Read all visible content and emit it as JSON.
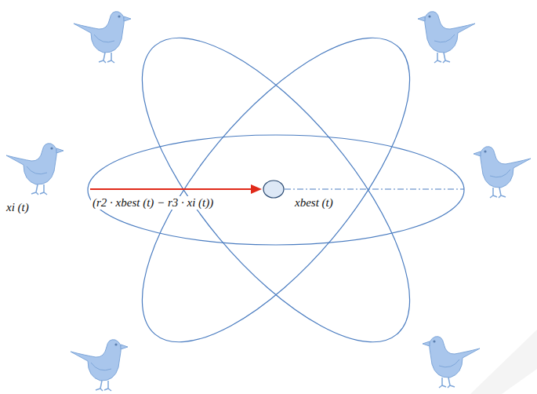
{
  "diagram": {
    "labels": [
      "(r2 · xbest (t) − r3 · xi (t))",
      "xbest (t)",
      "xi (t)"
    ]
  }
}
